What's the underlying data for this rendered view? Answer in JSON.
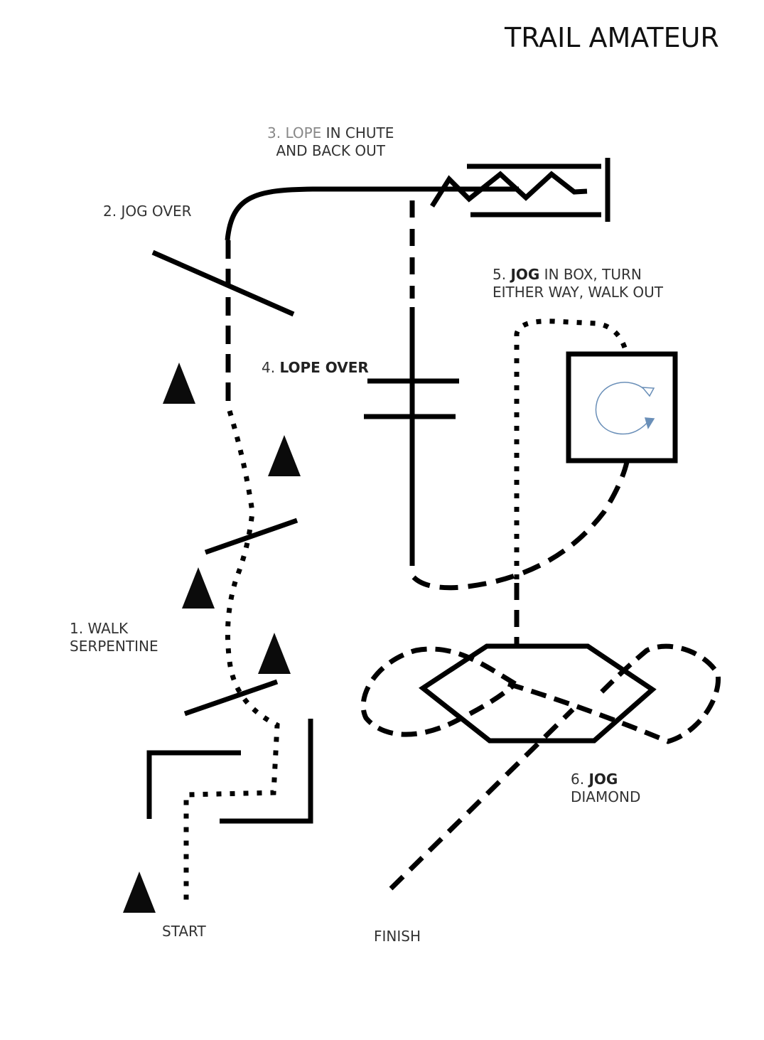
{
  "title": "TRAIL AMATEUR",
  "labels": {
    "step1": {
      "line1": "1. WALK",
      "line2": "SERPENTINE"
    },
    "step2": {
      "text": "2. JOG OVER"
    },
    "step3": {
      "prefix": "3. LOPE",
      "line1_rest": " IN CHUTE",
      "line2": "AND BACK OUT"
    },
    "step4": {
      "num": "4.",
      "gait": "LOPE OVER"
    },
    "step5": {
      "num": "5.",
      "gait": "JOG",
      "line1_rest": " IN BOX, TURN",
      "line2": "EITHER WAY, WALK OUT"
    },
    "step6": {
      "num": "6.",
      "gait": "JOG",
      "line2": "DIAMOND"
    },
    "start": "START",
    "finish": "FINISH"
  },
  "colors": {
    "ink": "#000000",
    "text": "#333333",
    "turn_arrow": "#6a8fb8"
  }
}
